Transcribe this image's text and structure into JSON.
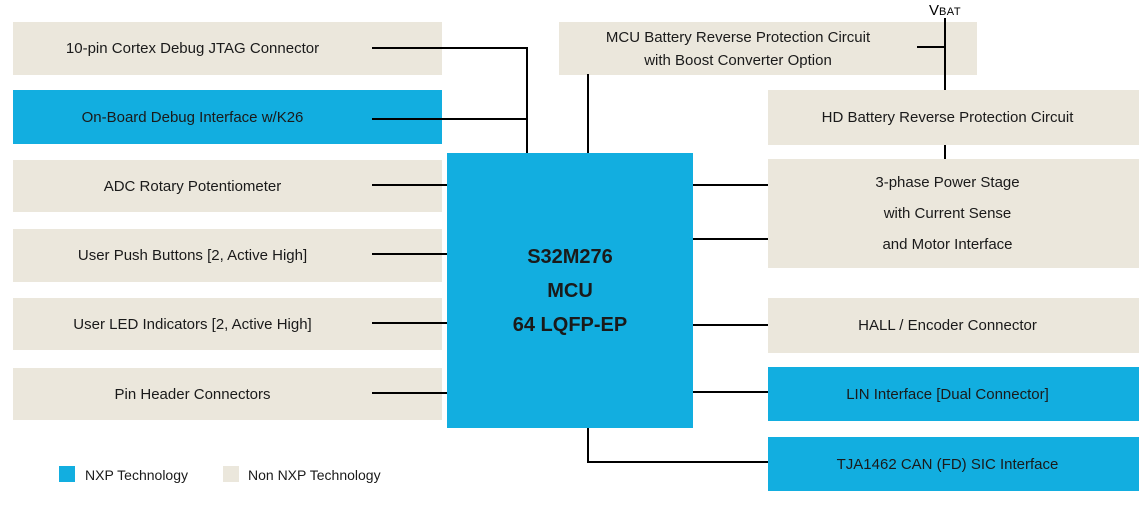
{
  "colors": {
    "nxp_blue": "#12AEE0",
    "non_nxp_beige": "#EBE7DC",
    "line": "#000000",
    "text": "#1A1A1A"
  },
  "vbat": {
    "main": "V",
    "sub": "BAT"
  },
  "mcu": {
    "lines": [
      "S32M276",
      "MCU",
      "64 LQFP-EP"
    ]
  },
  "top_block": {
    "lines": [
      "MCU Battery Reverse Protection Circuit",
      "with Boost Converter Option"
    ]
  },
  "left_blocks": [
    {
      "label": "10-pin Cortex Debug JTAG Connector",
      "type": "non-nxp"
    },
    {
      "label": "On-Board Debug Interface w/K26",
      "type": "nxp"
    },
    {
      "label": "ADC Rotary Potentiometer",
      "type": "non-nxp"
    },
    {
      "label": "User Push Buttons [2, Active High]",
      "type": "non-nxp"
    },
    {
      "label": "User LED Indicators [2, Active High]",
      "type": "non-nxp"
    },
    {
      "label": "Pin Header Connectors",
      "type": "non-nxp"
    }
  ],
  "right_blocks": [
    {
      "lines": [
        "HD Battery Reverse Protection Circuit"
      ],
      "type": "non-nxp"
    },
    {
      "lines": [
        "3-phase Power Stage",
        "with Current Sense",
        "and Motor Interface"
      ],
      "type": "non-nxp"
    },
    {
      "lines": [
        "HALL / Encoder Connector"
      ],
      "type": "non-nxp"
    },
    {
      "lines": [
        "LIN Interface [Dual Connector]"
      ],
      "type": "nxp"
    },
    {
      "lines": [
        "TJA1462 CAN (FD) SIC Interface"
      ],
      "type": "nxp"
    }
  ],
  "legend": {
    "nxp_label": "NXP Technology",
    "non_nxp_label": "Non NXP Technology"
  }
}
